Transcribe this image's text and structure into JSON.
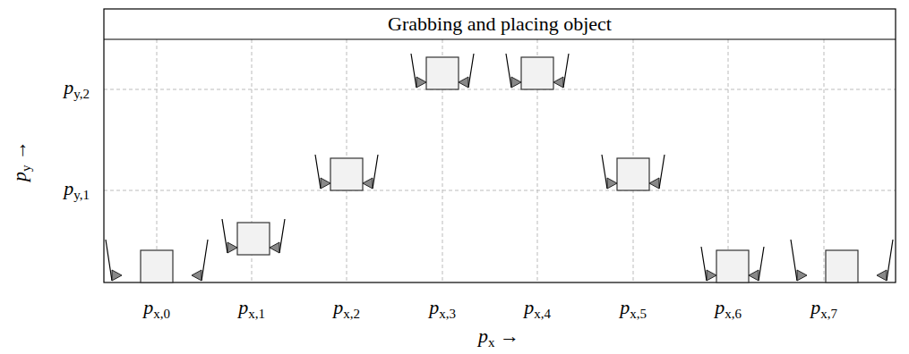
{
  "diagram": {
    "title": "Grabbing and placing object",
    "labels": [
      "py,2",
      "py,1",
      "px,0",
      "px,1",
      "px,2",
      "px,3",
      "px,4",
      "px,5",
      "px,6",
      "px,7",
      "px →",
      "py →"
    ]
  }
}
